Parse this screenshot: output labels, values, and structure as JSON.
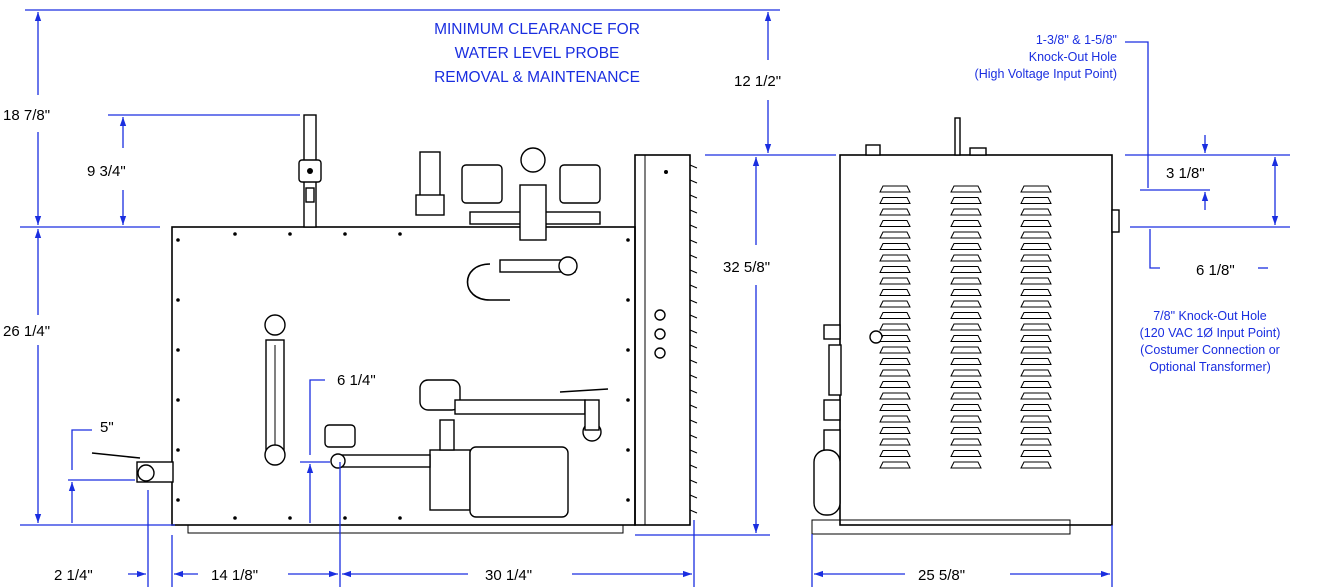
{
  "notes": {
    "clearance": [
      "MINIMUM CLEARANCE FOR",
      "WATER LEVEL PROBE",
      "REMOVAL & MAINTENANCE"
    ],
    "high_voltage": [
      "1-3/8\" & 1-5/8\"",
      "Knock-Out Hole",
      "(High Voltage Input Point)"
    ],
    "low_voltage": [
      "7/8\" Knock-Out Hole",
      "(120 VAC 1Ø Input Point)",
      "(Costumer Connection or",
      "Optional Transformer)"
    ]
  },
  "dimensions": {
    "total_height_left": "18 7/8\"",
    "probe_height": "9 3/4\"",
    "cabinet_height": "26 1/4\"",
    "outlet_height": "5\"",
    "inlet_height": "6 1/4\"",
    "overall_height": "32 5/8\"",
    "top_clearance": "12 1/2\"",
    "hv_knockout": "3 1/8\"",
    "lv_knockout": "6 1/8\"",
    "outlet_offset": "2 1/4\"",
    "inlet_offset": "14 1/8\"",
    "width": "30 1/4\"",
    "depth": "25 5/8\""
  },
  "colors": {
    "annotation": "#1a2ee0",
    "outline": "#000000"
  }
}
